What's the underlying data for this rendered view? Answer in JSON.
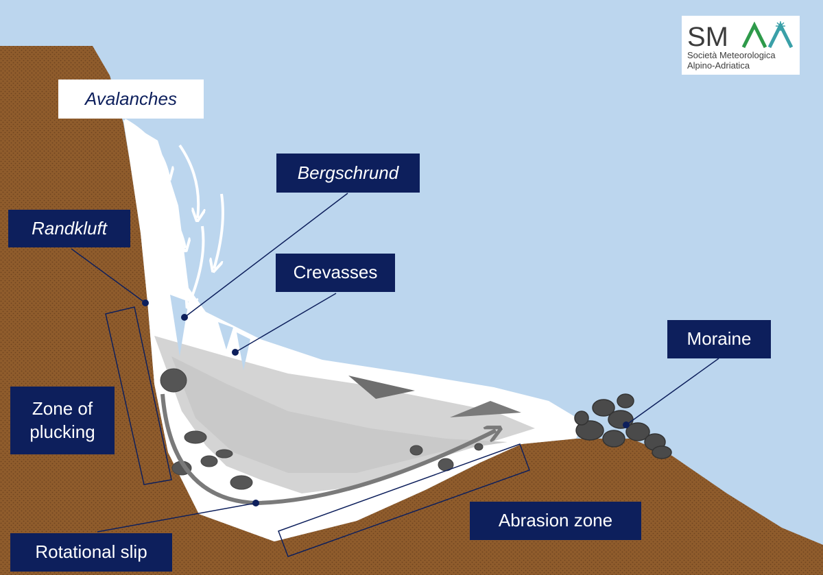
{
  "labels": {
    "avalanches": "Avalanches",
    "bergschrund": "Bergschrund",
    "randkluft": "Randkluft",
    "crevasses": "Crevasses",
    "moraine": "Moraine",
    "zone_of_plucking": "Zone of plucking",
    "abrasion_zone": "Abrasion zone",
    "rotational_slip": "Rotational slip"
  },
  "logo": {
    "acronym": "SMAA",
    "line1": "Società Meteorologica",
    "line2": "Alpino-Adriatica"
  },
  "colors": {
    "sky": "#bcd6ee",
    "rock": "#8a5a2b",
    "ice": "#ffffff",
    "ice_shadow": "#d6d6d6",
    "label_bg": "#0d1f5c",
    "logo_teal": "#3aa0a8",
    "logo_green": "#2e9a4a"
  }
}
